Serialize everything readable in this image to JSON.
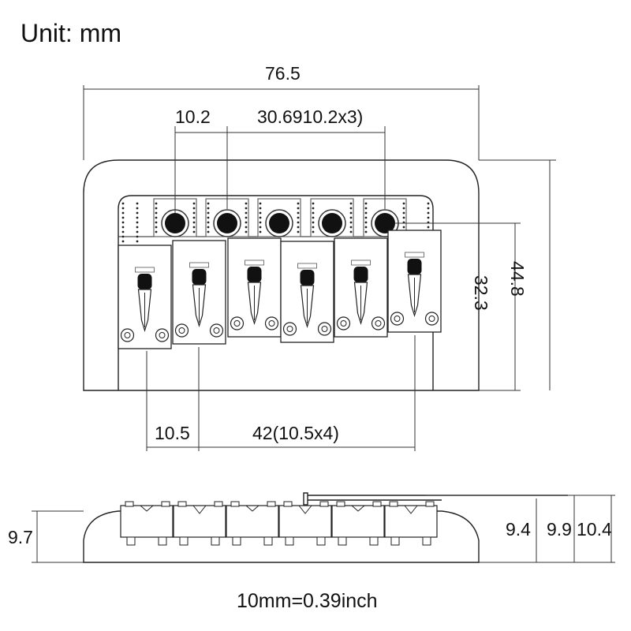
{
  "unit_label": "Unit: mm",
  "conversion": "10mm=0.39inch",
  "dims": {
    "total_width": "76.5",
    "saddle_gap": "10.2",
    "hole_span": "30.6910.2x3)",
    "saddle_width": "10.5",
    "saddle_span": "42(10.5x4)",
    "saddle_depth": "32.3",
    "total_depth": "44.8",
    "base_height": "9.7",
    "h1": "9.4",
    "h2": "9.9",
    "h3": "10.4"
  },
  "saddle_count": 6,
  "colors": {
    "line": "#222222",
    "hole": "#111111",
    "fill": "#ffffff"
  }
}
